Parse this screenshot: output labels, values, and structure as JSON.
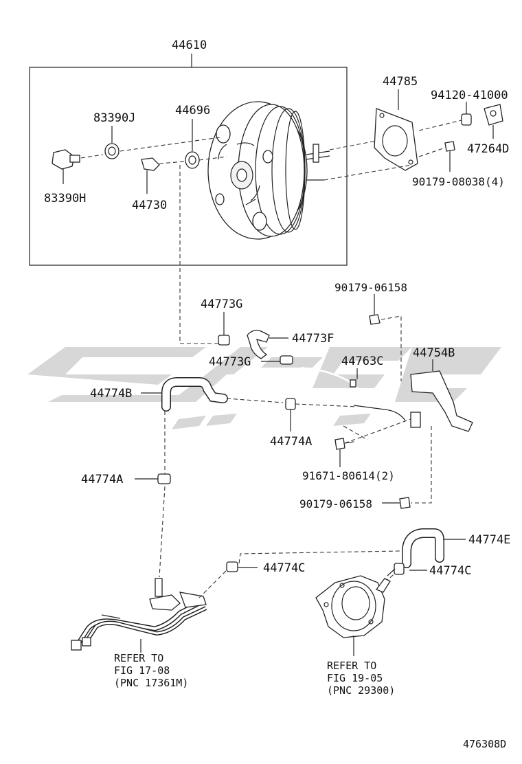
{
  "diagram": {
    "background_color": "#ffffff",
    "watermark_color": "#c9c9c9",
    "labels": {
      "p44610": "44610",
      "p44785": "44785",
      "p94120_41000": "94120-41000",
      "p83390J": "83390J",
      "p44696": "44696",
      "p47264D": "47264D",
      "p83390H": "83390H",
      "p44730": "44730",
      "p90179_08038": "90179-08038(4)",
      "p90179_06158_top": "90179-06158",
      "p44773G_top": "44773G",
      "p44773F": "44773F",
      "p44773G_mid": "44773G",
      "p44763C": "44763C",
      "p44754B": "44754B",
      "p44774B": "44774B",
      "p44774A_mid": "44774A",
      "p91671_80614": "91671-80614(2)",
      "p44774A_left": "44774A",
      "p90179_06158_bottom": "90179-06158",
      "p44774E": "44774E",
      "p44774C_left": "44774C",
      "p44774C_right": "44774C",
      "ref_left_1": "REFER TO",
      "ref_left_2": "FIG 17-08",
      "ref_left_3": "(PNC 17361M)",
      "ref_right_1": "REFER TO",
      "ref_right_2": "FIG 19-05",
      "ref_right_3": "(PNC 29300)",
      "figure_id": "476308D"
    }
  }
}
